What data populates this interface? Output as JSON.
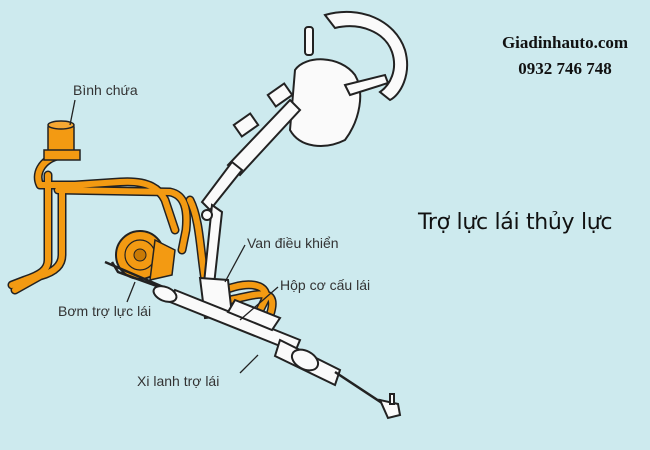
{
  "watermark": {
    "site": "Giadinhauto.com",
    "phone": "0932 746 748"
  },
  "title": "Trợ lực lái thủy lực",
  "labels": {
    "reservoir": "Bình chứa",
    "control_valve": "Van điều khiển",
    "steering_gear_box": "Hộp cơ cấu lái",
    "power_steering_pump": "Bơm trợ lực lái",
    "power_cylinder": "Xi lanh trợ lái"
  },
  "colors": {
    "background": "#cdeaee",
    "hydraulic_lines": "#f39a12",
    "outline": "#222222",
    "text": "#333333"
  }
}
